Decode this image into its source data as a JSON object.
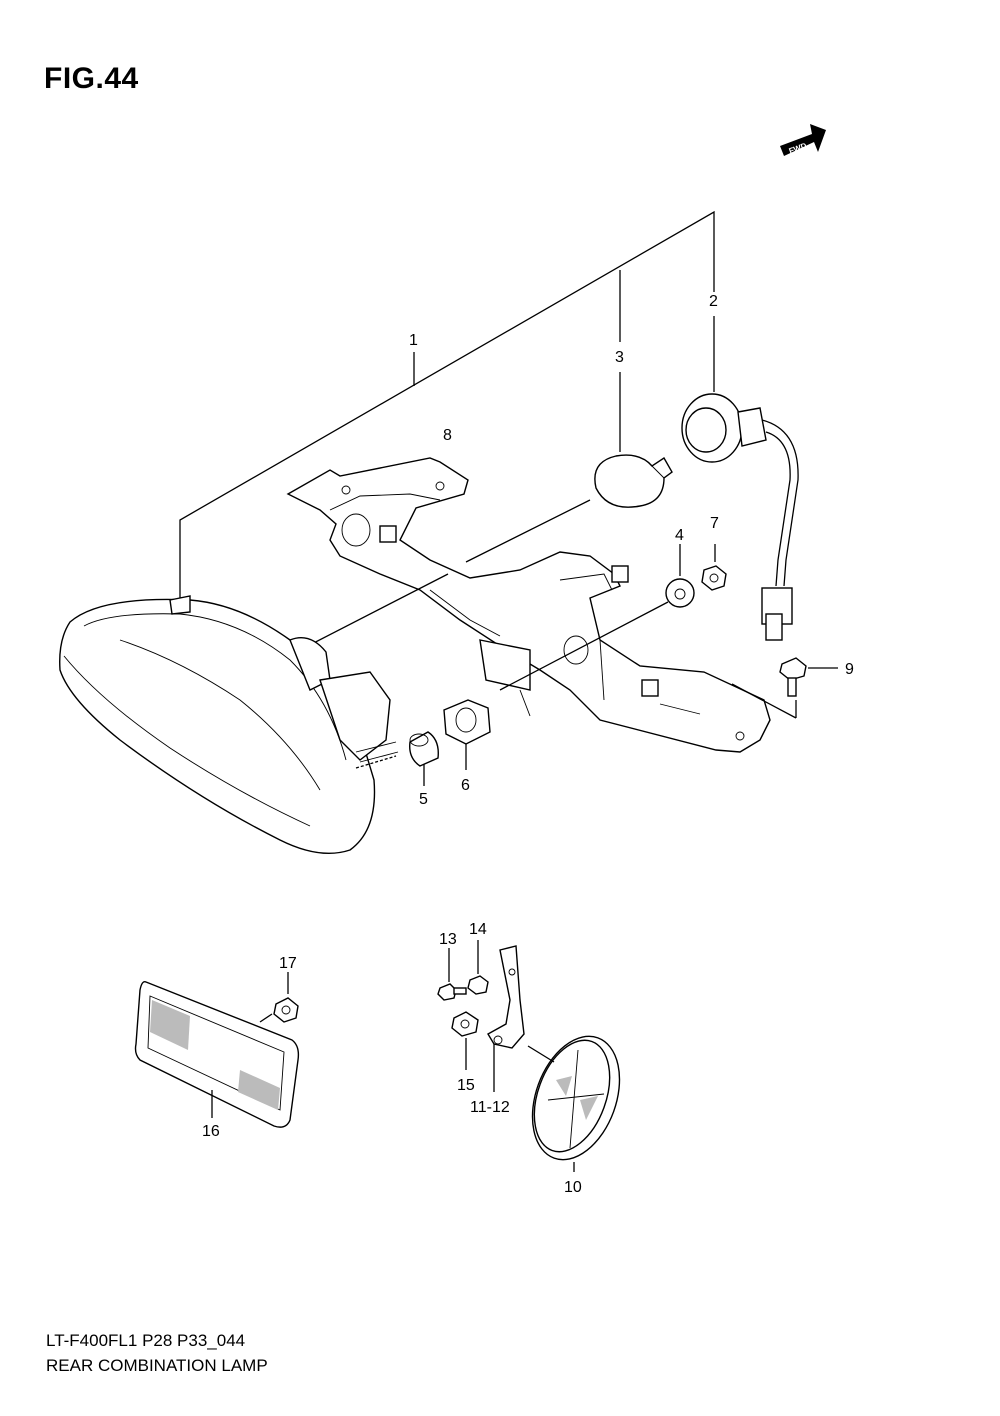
{
  "figure": {
    "title": "FIG.44",
    "fwd_label": "FWD"
  },
  "callouts": {
    "c1": "1",
    "c2": "2",
    "c3": "3",
    "c4": "4",
    "c5": "5",
    "c6": "6",
    "c7": "7",
    "c8": "8",
    "c9": "9",
    "c10": "10",
    "c11_12": "11-12",
    "c13": "13",
    "c14": "14",
    "c15": "15",
    "c16": "16",
    "c17": "17"
  },
  "footer": {
    "code": "LT-F400FL1  P28  P33_044",
    "name": "REAR COMBINATION LAMP"
  },
  "icons": [
    "fwd-arrow-icon"
  ]
}
